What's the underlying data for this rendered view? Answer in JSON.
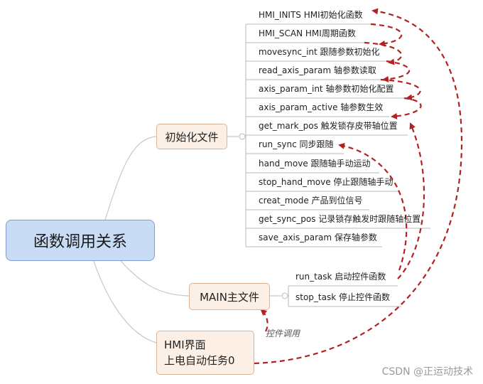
{
  "root": {
    "label": "函数调用关系"
  },
  "branches": {
    "init": {
      "label": "初始化文件",
      "children": [
        "HMI_INITS HMI初始化函数",
        "HMI_SCAN HMI周期函数",
        "movesync_int 跟随参数初始化",
        "read_axis_param 轴参数读取",
        "axis_param_int 轴参数初始化配置",
        "axis_param_active 轴参数生效",
        "get_mark_pos 触发锁存皮带轴位置",
        "run_sync 同步跟随",
        "hand_move 跟随轴手动运动",
        "stop_hand_move 停止跟随轴手动",
        "creat_mode 产品到位信号",
        "get_sync_pos 记录锁存触发时跟随轴位置",
        "save_axis_param 保存轴参数"
      ]
    },
    "main": {
      "label": "MAIN主文件",
      "children": [
        "run_task 启动控件函数",
        "stop_task 停止控件函数"
      ]
    },
    "hmi": {
      "line1": "HMI界面",
      "line2": "上电自动任务0"
    }
  },
  "annotation": "控件调用",
  "watermark": "CSDN @正运动技术",
  "colors": {
    "arrow": "#b22222",
    "root_fill": "#c9dcf6",
    "node_fill": "#fcefe5",
    "line": "#c8c8c8"
  }
}
